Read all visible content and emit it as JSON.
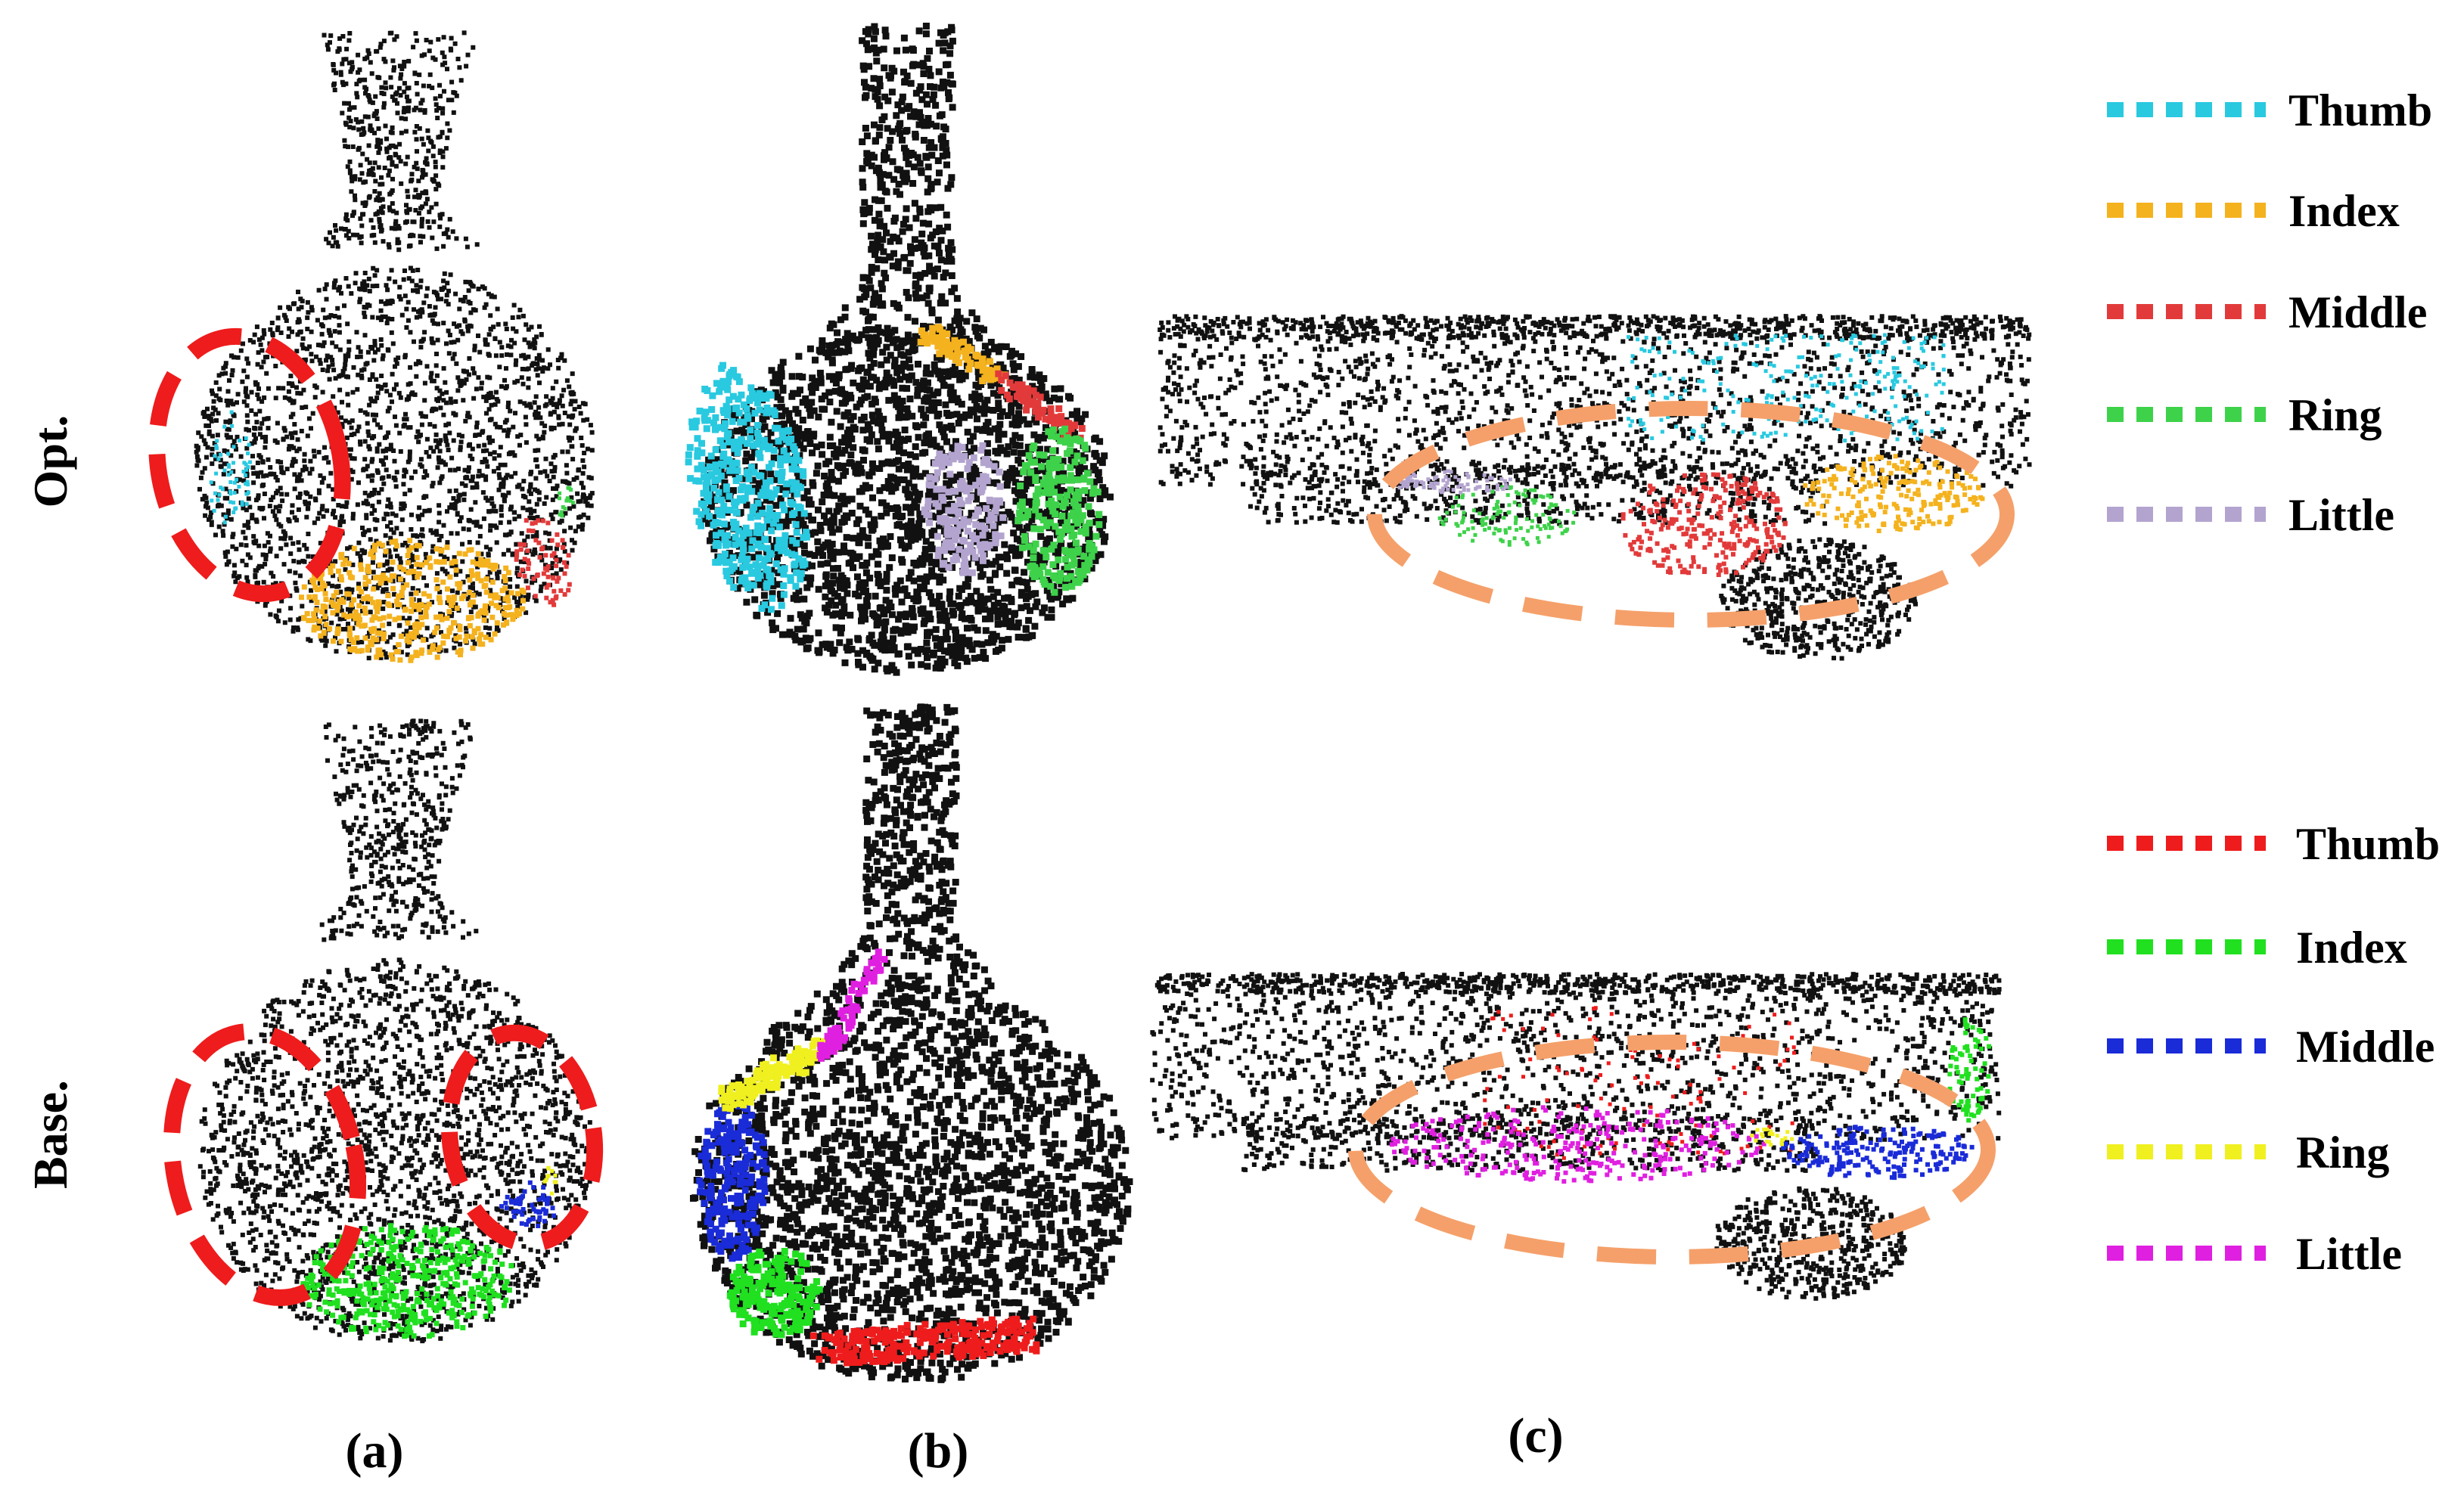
{
  "rows": [
    {
      "label": "Opt.",
      "legend": [
        {
          "label": "Thumb",
          "color": "#29c9e0"
        },
        {
          "label": "Index",
          "color": "#f4b21e"
        },
        {
          "label": "Middle",
          "color": "#e23a3a"
        },
        {
          "label": "Ring",
          "color": "#3ed24a"
        },
        {
          "label": "Little",
          "color": "#b3a4cf"
        }
      ]
    },
    {
      "label": "Base.",
      "legend": [
        {
          "label": "Thumb",
          "color": "#ee1c1c"
        },
        {
          "label": "Index",
          "color": "#20e020"
        },
        {
          "label": "Middle",
          "color": "#1a2bd8"
        },
        {
          "label": "Ring",
          "color": "#f0f020"
        },
        {
          "label": "Little",
          "color": "#e020e0"
        }
      ]
    }
  ],
  "panels": [
    "(a)",
    "(b)",
    "(c)"
  ],
  "colors": {
    "points": "#111111",
    "highlight_red": "#ee1c1c",
    "highlight_orange": "#f5a06a"
  }
}
